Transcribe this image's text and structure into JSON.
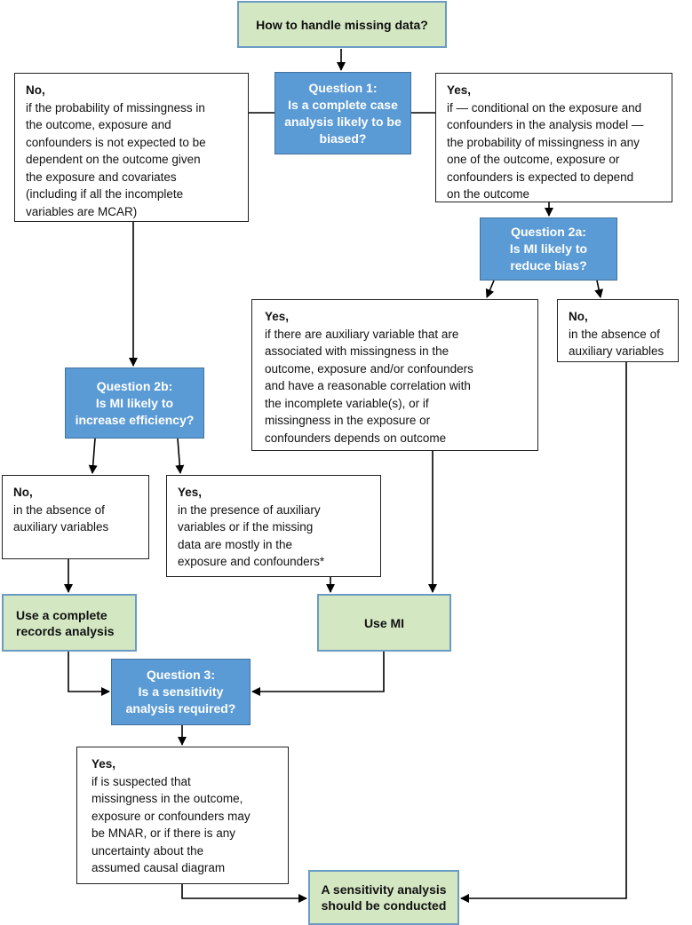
{
  "nodes": {
    "start": "How to handle missing data?",
    "q1": [
      "Question 1:",
      "Is a complete case",
      "analysis likely to be",
      "biased?"
    ],
    "q1_no": {
      "lead": "No,",
      "lines": [
        "if the probability of missingness in",
        "the outcome, exposure and",
        "confounders is not expected to be",
        "dependent on the outcome given",
        "the exposure and covariates",
        "(including if all the incomplete",
        "variables are MCAR)"
      ]
    },
    "q1_yes": {
      "lead": "Yes,",
      "lines": [
        "if — conditional on the exposure and",
        "confounders in the analysis model —",
        "the probability of missingness in any",
        "one of the outcome, exposure or",
        "confounders is expected to depend",
        "on the outcome"
      ]
    },
    "q2a": [
      "Question 2a:",
      "Is MI likely to",
      "reduce bias?"
    ],
    "q2a_yes": {
      "lead": "Yes,",
      "lines": [
        "if there are auxiliary variable that are",
        "associated with missingness in the",
        "outcome, exposure and/or confounders",
        "and have a reasonable correlation with",
        "the incomplete variable(s), or if",
        "missingness in the exposure or",
        "confounders depends on outcome"
      ]
    },
    "q2a_no": {
      "lead": "No,",
      "lines": [
        "in the absence of",
        "auxiliary variables"
      ]
    },
    "q2b": [
      "Question 2b:",
      "Is MI likely to",
      "increase efficiency?"
    ],
    "q2b_no": {
      "lead": "No,",
      "lines": [
        "in the absence of",
        "auxiliary variables"
      ]
    },
    "q2b_yes": {
      "lead": "Yes,",
      "lines": [
        "in the presence of auxiliary",
        "variables or if  the missing",
        "data are mostly in the",
        "exposure and confounders*"
      ]
    },
    "complete_records": [
      "Use a complete",
      "records analysis"
    ],
    "use_mi": "Use MI",
    "q3": [
      "Question 3:",
      "Is a sensitivity",
      "analysis required?"
    ],
    "q3_yes": {
      "lead": "Yes,",
      "lines": [
        "if is suspected that",
        "missingness in the outcome,",
        "exposure or confounders may",
        "be MNAR, or if there is any",
        "uncertainty about the",
        "assumed causal diagram"
      ]
    },
    "sensitivity": [
      "A sensitivity analysis",
      "should be conducted"
    ]
  },
  "colors": {
    "green_fill": "#d4e7c3",
    "blue_fill": "#5b9bd5",
    "blue_text": "#ffffff",
    "line": "#000000"
  }
}
